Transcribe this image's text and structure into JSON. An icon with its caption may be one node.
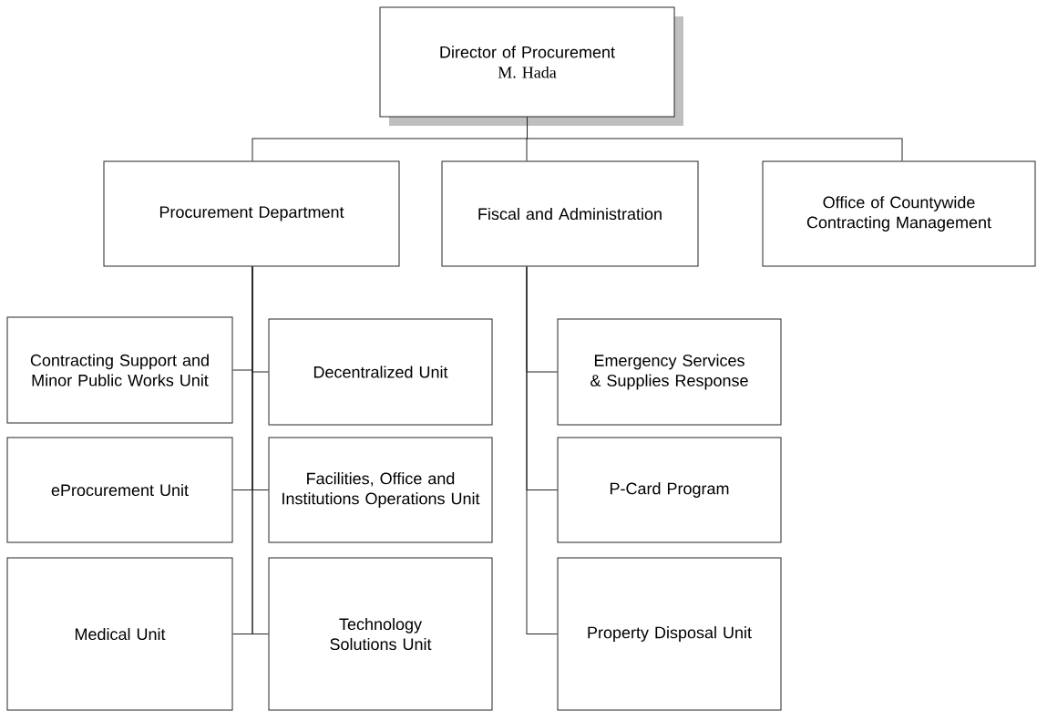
{
  "diagram": {
    "nodes": [
      {
        "text": [
          "Director of Procurement",
          "M. Hada"
        ]
      },
      {
        "text": [
          "Procurement Department"
        ]
      },
      {
        "text": [
          "Fiscal and Administration"
        ]
      },
      {
        "text": [
          "Office of Countywide Contracting Management"
        ]
      },
      {
        "text": [
          "Contracting Support and Minor Public Works Unit"
        ]
      },
      {
        "text": [
          "Decentralized Unit"
        ]
      },
      {
        "text": [
          "eProcurement Unit"
        ]
      },
      {
        "text": [
          "Facilities, Office and Institutions Operations Unit"
        ]
      },
      {
        "text": [
          "Medical Unit"
        ]
      },
      {
        "text": [
          "Technology Solutions Unit"
        ]
      },
      {
        "text": [
          "Emergency Services & Supplies Response"
        ]
      },
      {
        "text": [
          "P-Card Program"
        ]
      },
      {
        "text": [
          "Property Disposal Unit"
        ]
      }
    ],
    "edges": [
      {
        "from": 0,
        "to": 1,
        "arrow": "none"
      },
      {
        "from": 0,
        "to": 2,
        "arrow": "none"
      },
      {
        "from": 0,
        "to": 3,
        "arrow": "none"
      },
      {
        "from": 1,
        "to": 4,
        "arrow": "none"
      },
      {
        "from": 1,
        "to": 5,
        "arrow": "none"
      },
      {
        "from": 1,
        "to": 6,
        "arrow": "none"
      },
      {
        "from": 1,
        "to": 7,
        "arrow": "none"
      },
      {
        "from": 1,
        "to": 8,
        "arrow": "none"
      },
      {
        "from": 1,
        "to": 9,
        "arrow": "none"
      },
      {
        "from": 2,
        "to": 10,
        "arrow": "none"
      },
      {
        "from": 2,
        "to": 11,
        "arrow": "none"
      },
      {
        "from": 2,
        "to": 12,
        "arrow": "none"
      }
    ]
  }
}
